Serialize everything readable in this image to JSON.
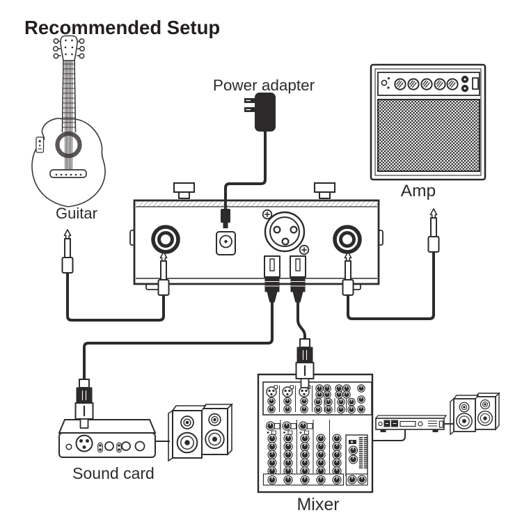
{
  "title": "Recommended Setup",
  "labels": {
    "guitar": "Guitar",
    "power_adapter": "Power adapter",
    "amp": "Amp",
    "sound_card": "Sound card",
    "mixer": "Mixer"
  },
  "diagram": {
    "type": "audio-connection-diagram",
    "background": "#ffffff",
    "ink_color": "#2d2a2b",
    "devices": [
      "Guitar",
      "Power adapter",
      "Amp",
      "preamp pedal",
      "Sound card",
      "Mixer",
      "monitor speakers (sound card)",
      "rack power amp",
      "monitor speakers (mixer)"
    ],
    "connections": [
      {
        "from": "Guitar",
        "to": "preamp pedal left input",
        "cable": "quarter-inch instrument cable"
      },
      {
        "from": "Power adapter",
        "to": "preamp pedal DC input",
        "cable": "power cord"
      },
      {
        "from": "preamp pedal right output",
        "to": "Amp",
        "cable": "quarter-inch instrument cable"
      },
      {
        "from": "preamp pedal output",
        "to": "Sound card",
        "cable": "XLR cable"
      },
      {
        "from": "preamp pedal output",
        "to": "Mixer channel 3 input",
        "cable": "XLR cable"
      },
      {
        "from": "Sound card",
        "to": "monitor speakers",
        "cable": "line"
      },
      {
        "from": "Mixer",
        "to": "rack power amp",
        "cable": "line"
      },
      {
        "from": "rack power amp",
        "to": "monitor speakers",
        "cable": "line"
      }
    ]
  }
}
